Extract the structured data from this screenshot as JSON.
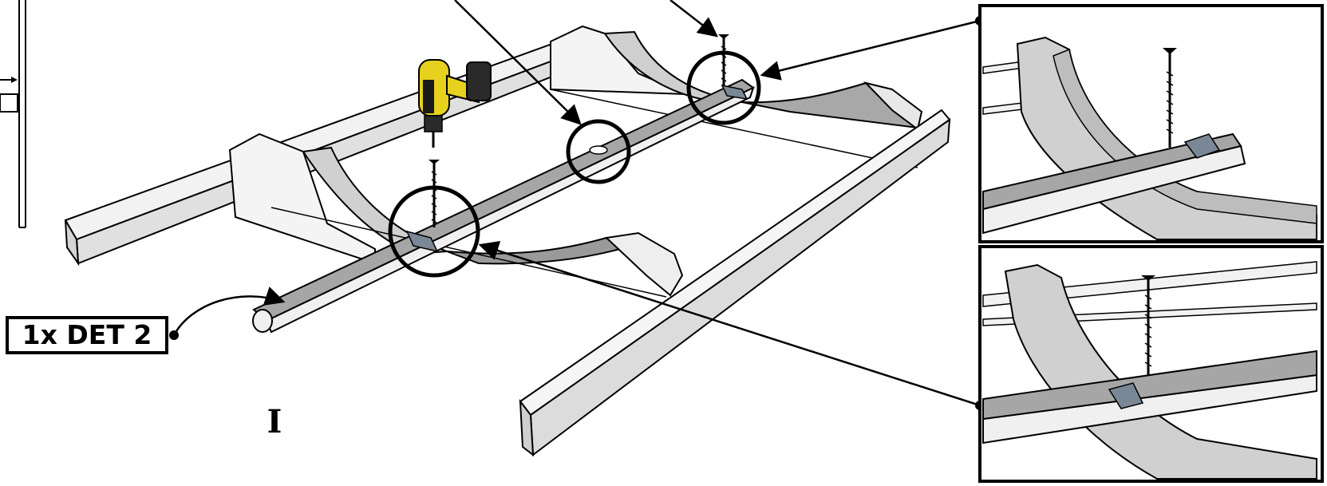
{
  "part_label": "1x DET 2",
  "step_marker": "I",
  "colors": {
    "outline": "#000000",
    "wood_light": "#f2f2f2",
    "wood_mid": "#cfcfcf",
    "wood_dark": "#8c8c8c",
    "rail": "#a6a6a6",
    "drill_body": "#e6d21e",
    "drill_grip": "#1a1a1a"
  },
  "icons": [
    "drill-icon",
    "screw-icon",
    "callout-circle",
    "detail-view"
  ]
}
